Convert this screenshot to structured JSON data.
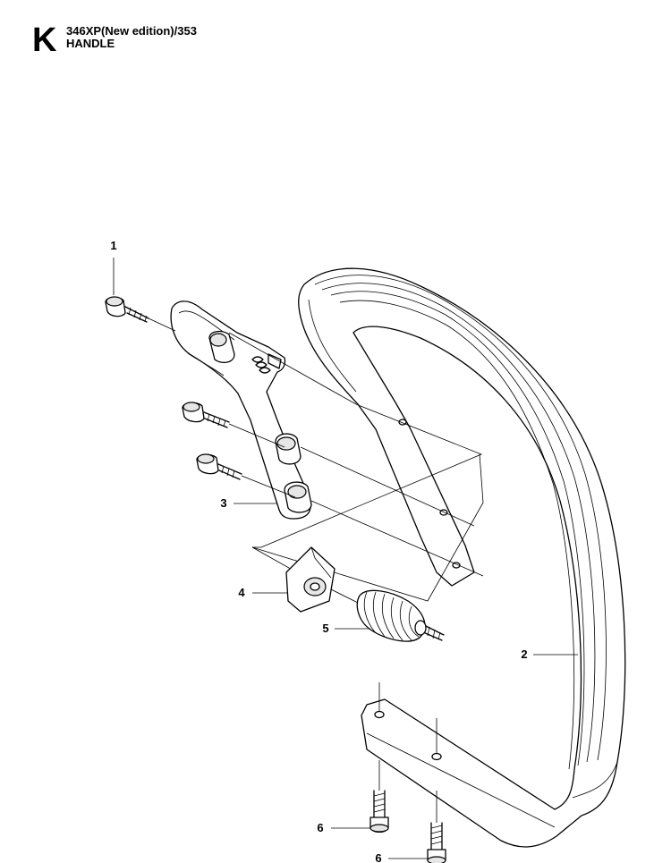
{
  "header": {
    "section_letter": "K",
    "model_line": "346XP(New edition)/353",
    "section_name": "HANDLE"
  },
  "callouts": {
    "c1": "1",
    "c2": "2",
    "c3": "3",
    "c4": "4",
    "c5": "5",
    "c6a": "6",
    "c6b": "6"
  }
}
